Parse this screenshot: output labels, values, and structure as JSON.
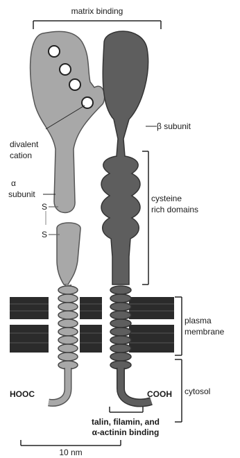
{
  "labels": {
    "matrix_binding": "matrix binding",
    "beta_subunit": "β subunit",
    "divalent": "divalent",
    "cation": "cation",
    "alpha_symbol": "α",
    "subunit": "subunit",
    "s_top": "S",
    "s_bottom": "S",
    "cysteine": "cysteine",
    "rich_domains": "rich domains",
    "plasma": "plasma",
    "membrane": "membrane",
    "cytosol": "cytosol",
    "hooc": "HOOC",
    "cooh": "COOH",
    "talin_line": "talin, filamin, and",
    "actinin_line": "α-actinin binding",
    "scale": "10 nm"
  }
}
